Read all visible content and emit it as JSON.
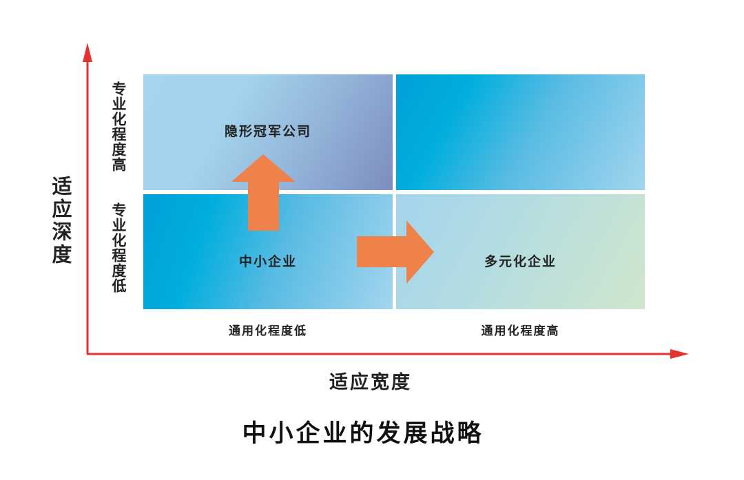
{
  "title": "中小企业的发展战略",
  "y_axis_label": "适应深度",
  "x_axis_label": "适应宽度",
  "y_levels": {
    "high": "专业化程度高",
    "low": "专业化程度低"
  },
  "x_levels": {
    "low": "通用化程度低",
    "high": "通用化程度高"
  },
  "quadrants": {
    "top_left": "隐形冠军公司",
    "top_right": "",
    "bottom_left": "中小企业",
    "bottom_right": "多元化企业"
  },
  "colors": {
    "axis": "#e53331",
    "arrow": "#ef814a"
  }
}
